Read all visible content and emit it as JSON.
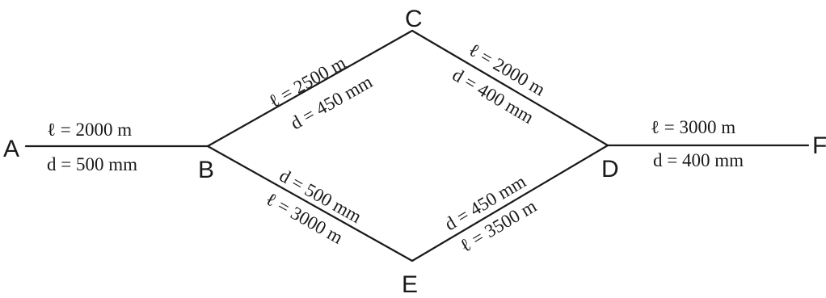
{
  "nodes": {
    "A": "A",
    "B": "B",
    "C": "C",
    "D": "D",
    "E": "E",
    "F": "F"
  },
  "pipes": {
    "AB": {
      "length": "ℓ = 2000 m",
      "diameter": "d = 500 mm"
    },
    "BC": {
      "length": "ℓ = 2500 m",
      "diameter": "d = 450 mm"
    },
    "CD": {
      "length": "ℓ = 2000 m",
      "diameter": "d = 400 mm"
    },
    "DF": {
      "length": "ℓ = 3000 m",
      "diameter": "d = 400 mm"
    },
    "BE": {
      "diameter": "d = 500 mm",
      "length": "ℓ = 3000 m"
    },
    "ED": {
      "diameter": "d = 450 mm",
      "length": "ℓ = 3500 m"
    }
  }
}
